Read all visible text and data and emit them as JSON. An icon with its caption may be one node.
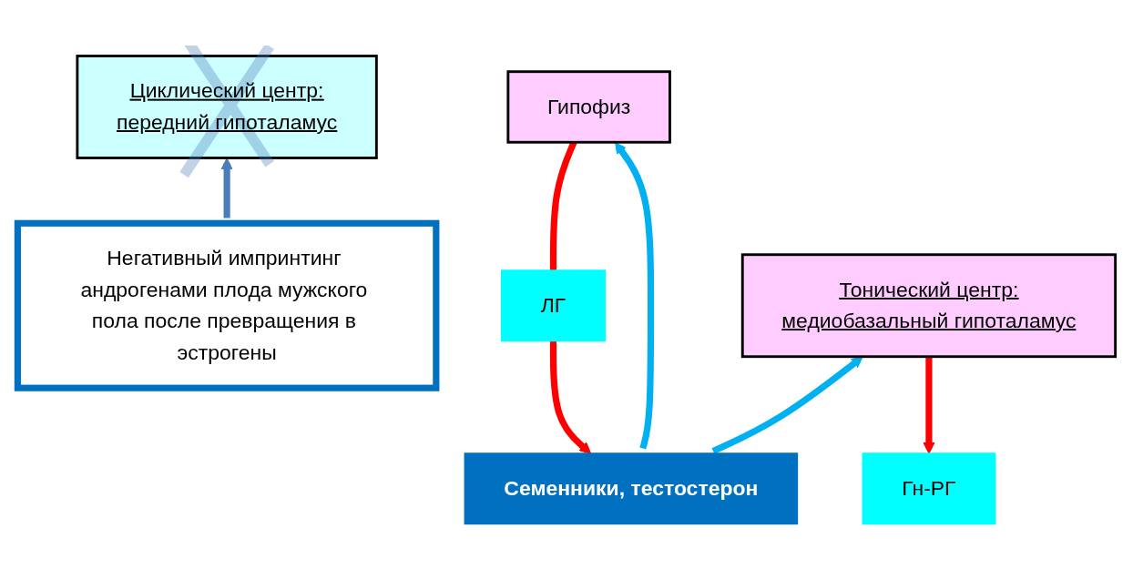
{
  "diagram": {
    "nodes": [
      {
        "text": [
          "Циклический центр:",
          "передний гипоталамус"
        ]
      },
      {
        "text": [
          "Негативный импринтинг андрогенами плода мужского пола после превращения в эстрогены"
        ]
      },
      {
        "text": [
          "Тонический центр:",
          "медиобазальный гипоталамус"
        ]
      },
      {
        "text": [
          "Гн-РГ"
        ]
      },
      {
        "text": [
          "Гипофиз"
        ]
      },
      {
        "text": [
          "ЛГ"
        ]
      },
      {
        "text": [
          "Семенники, тестостерон"
        ]
      }
    ],
    "edges": [
      {
        "from": 1,
        "to": 0,
        "arrow": "to",
        "color": "#4a7ebb"
      },
      {
        "from": 2,
        "to": 3,
        "arrow": "to",
        "color": "#ff0000"
      },
      {
        "from": 4,
        "to": 5,
        "arrow": "none",
        "color": "#ff0000"
      },
      {
        "from": 5,
        "to": 6,
        "arrow": "to",
        "color": "#ff0000"
      },
      {
        "from": 6,
        "to": 4,
        "arrow": "to",
        "color": "#00b0f0"
      },
      {
        "from": 6,
        "to": 2,
        "arrow": "to",
        "color": "#00b0f0"
      }
    ]
  }
}
